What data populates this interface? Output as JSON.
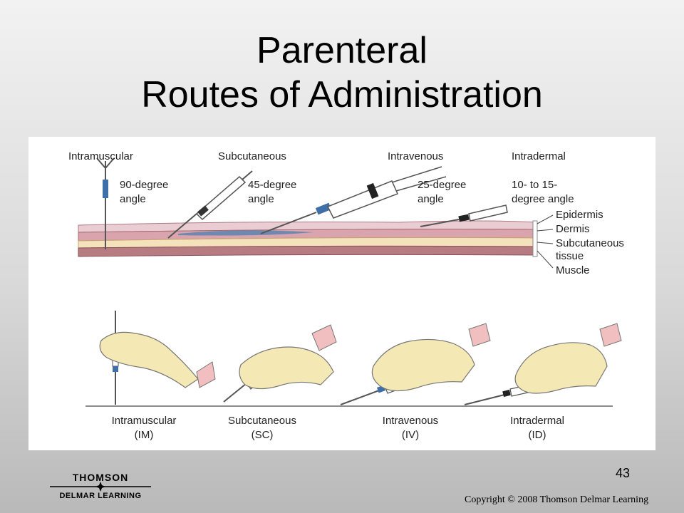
{
  "slide": {
    "title_line1": "Parenteral",
    "title_line2": "Routes of Administration",
    "page_number": "43",
    "copyright": "Copyright © 2008 Thomson Delmar Learning"
  },
  "logo": {
    "line1": "THOMSON",
    "line2": "DELMAR LEARNING"
  },
  "diagram": {
    "routes": [
      {
        "name": "Intramuscular",
        "angle_line1": "90-degree",
        "angle_line2": "angle"
      },
      {
        "name": "Subcutaneous",
        "angle_line1": "45-degree",
        "angle_line2": "angle"
      },
      {
        "name": "Intravenous",
        "angle_line1": "25-degree",
        "angle_line2": "angle"
      },
      {
        "name": "Intradermal",
        "angle_line1": "10- to 15-",
        "angle_line2": "degree angle"
      }
    ],
    "layers": [
      "Epidermis",
      "Dermis",
      "Subcutaneous",
      "tissue",
      "Muscle"
    ],
    "bottom_labels": [
      {
        "name": "Intramuscular",
        "abbr": "(IM)"
      },
      {
        "name": "Subcutaneous",
        "abbr": "(SC)"
      },
      {
        "name": "Intravenous",
        "abbr": "(IV)"
      },
      {
        "name": "Intradermal",
        "abbr": "(ID)"
      }
    ]
  },
  "colors": {
    "epidermis": "#e9cdd3",
    "dermis": "#d9a4ad",
    "subcutaneous": "#f3e2bc",
    "muscle": "#b77b82",
    "vein": "#5b84b0",
    "glove": "#f4e8b4",
    "skin": "#f2bfc0"
  }
}
